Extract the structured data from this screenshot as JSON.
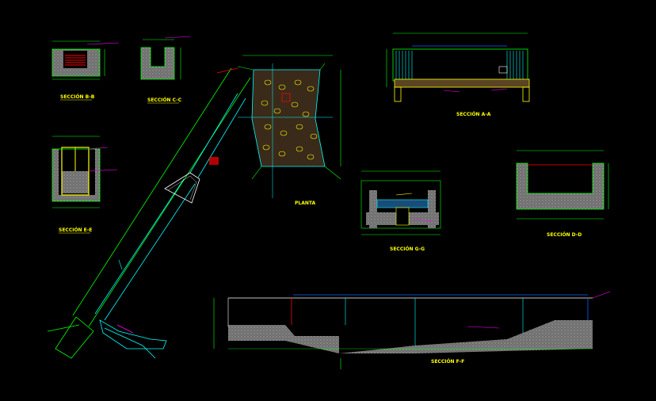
{
  "drawing": {
    "background": "#000000",
    "colors": {
      "green": "#00ff00",
      "cyan": "#00ffff",
      "yellow": "#ffff00",
      "red": "#ff0000",
      "magenta": "#ff00ff",
      "blue": "#3b6bff",
      "white": "#e8e8e8",
      "concrete": "#8a8a8a"
    }
  },
  "labels": {
    "seccion_b": "SECCIÓN B-B",
    "seccion_c": "SECCIÓN C-C",
    "seccion_a": "SECCIÓN A-A",
    "seccion_e": "SECCIÓN E-E",
    "seccion_f": "SECCIÓN F-F",
    "seccion_d": "SECCIÓN D-D",
    "seccion_g": "SECCIÓN G-G",
    "planta": "PLANTA"
  }
}
